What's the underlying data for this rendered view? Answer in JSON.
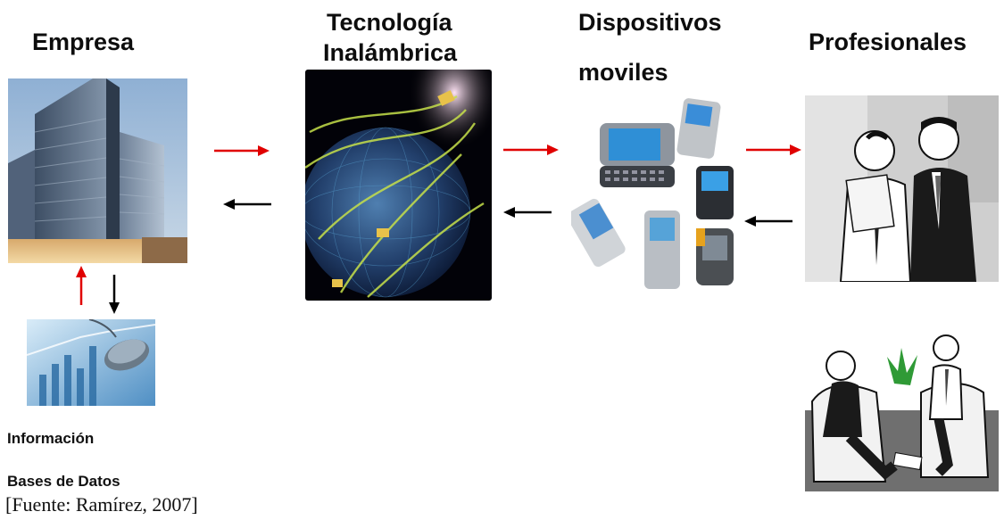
{
  "headings": {
    "empresa": "Empresa",
    "tecnologia_line1": "Tecnología",
    "tecnologia_line2": "Inalámbrica",
    "dispositivos_line1": "Dispositivos",
    "dispositivos_line2": "moviles",
    "profesionales": "Profesionales"
  },
  "labels": {
    "informacion": "Información",
    "bases_de_datos": "Bases de Datos",
    "source": "[Fuente: Ramírez, 2007]"
  },
  "colors": {
    "forward_arrow": "#e00000",
    "backward_arrow": "#000000"
  },
  "icons": {
    "empresa": "skyscraper-photo",
    "tecnologia": "satellite-globe-image",
    "dispositivos": "mobile-devices-collage",
    "profesionales_top": "business-meeting-standing",
    "profesionales_bottom": "business-meeting-seated",
    "informacion": "chart-and-mouse-photo"
  }
}
